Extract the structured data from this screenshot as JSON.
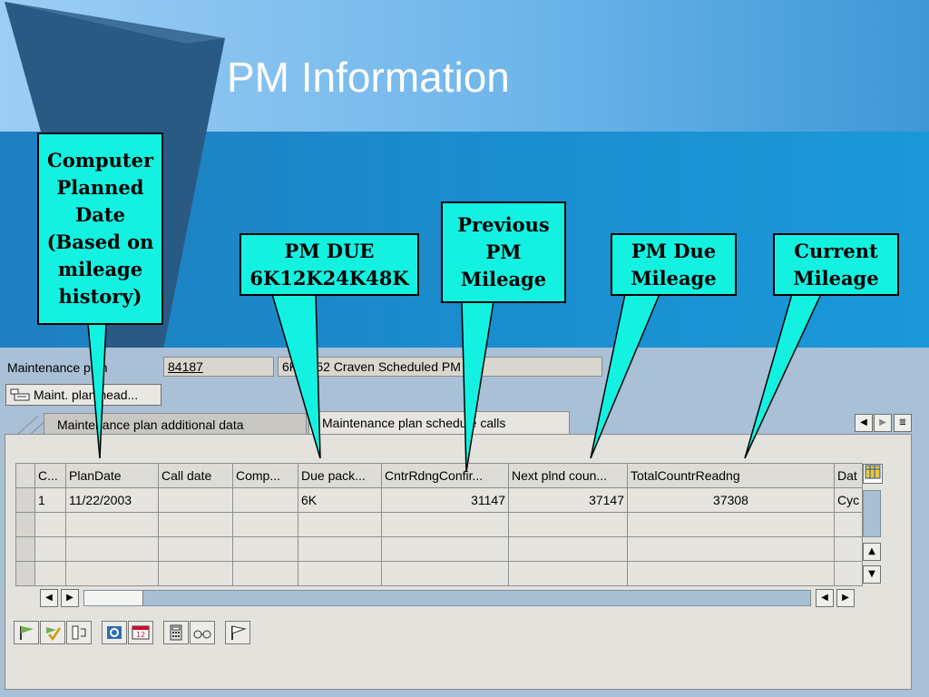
{
  "slide": {
    "title": "PM Information"
  },
  "callouts": [
    {
      "id": "computer-planned-date",
      "text": "Computer Planned Date (Based on mileage history)"
    },
    {
      "id": "pm-due",
      "text": "PM DUE 6K12K24K48K"
    },
    {
      "id": "previous-pm-mileage",
      "text": "Previous PM Mileage"
    },
    {
      "id": "pm-due-mileage",
      "text": "PM Due Mileage"
    },
    {
      "id": "current-mileage",
      "text": "Current Mileage"
    }
  ],
  "header": {
    "plan_label": "Maintenance plan",
    "plan_number": "84187",
    "plan_description": "6K-0152 Craven Scheduled PM"
  },
  "toolbar": {
    "plan_header_button": "Maint. plan head..."
  },
  "tabs": [
    {
      "label": "Maintenance plan additional data",
      "active": false
    },
    {
      "label": "Maintenance plan schedule calls",
      "active": true
    }
  ],
  "table": {
    "columns": [
      "C...",
      "PlanDate",
      "Call date",
      "Comp...",
      "Due pack...",
      "CntrRdngConfir...",
      "Next plnd coun...",
      "TotalCountrReadng",
      "Dat"
    ],
    "rows": [
      [
        "1",
        "11/22/2003",
        "",
        "",
        "6K",
        "31147",
        "37147",
        "37308",
        "Cyc"
      ],
      [
        "",
        "",
        "",
        "",
        "",
        "",
        "",
        "",
        ""
      ],
      [
        "",
        "",
        "",
        "",
        "",
        "",
        "",
        "",
        ""
      ],
      [
        "",
        "",
        "",
        "",
        "",
        "",
        "",
        "",
        ""
      ]
    ]
  },
  "icons": {
    "tab_nav": [
      "scroll-left-icon",
      "scroll-right-icon",
      "tab-list-icon"
    ],
    "bottom_toolbar": [
      "flag-icon",
      "check-flag-icon",
      "list-icon",
      "refresh-icon",
      "calendar-icon",
      "calculator-icon",
      "glasses-icon",
      "flag-outline-icon"
    ]
  },
  "colors": {
    "callout": "#13f2e1",
    "band": "#1a8fd0",
    "sap_bg": "#a9c0d6"
  }
}
